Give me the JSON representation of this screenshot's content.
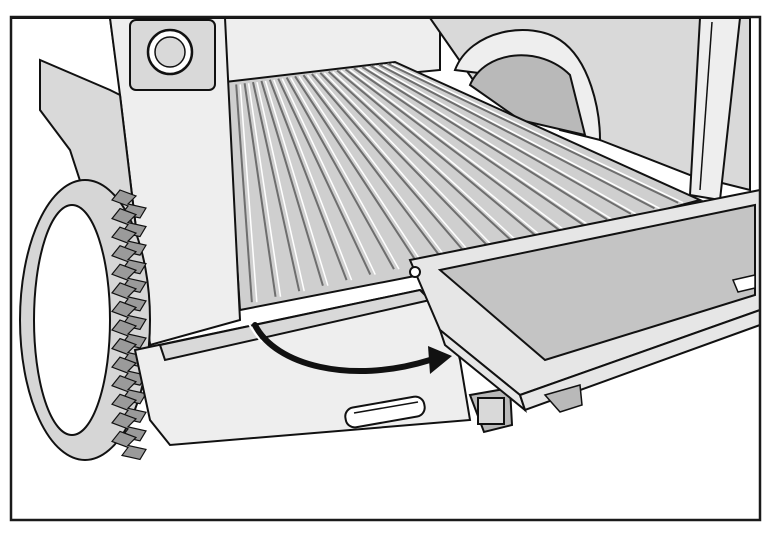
{
  "illustration": {
    "subject": "truck-bed-with-sliding-cargo-tray",
    "colors": {
      "paper": "#ffffff",
      "ink": "#111111",
      "frame": "#1a1a1a",
      "body_light": "#eeeeee",
      "body_mid": "#d9d9d9",
      "body_shadow": "#b9b9b9",
      "bed_floor": "#cfcfcf",
      "rib_dark": "#6e6e6e",
      "tray_top": "#c4c4c4",
      "tray_edge": "#e6e6e6",
      "tire": "#d6d6d6",
      "arrow": "#111111"
    },
    "icons": [
      "curved-arrow-icon"
    ],
    "bed_rib_count": 19,
    "tire_tread_count": 14
  }
}
